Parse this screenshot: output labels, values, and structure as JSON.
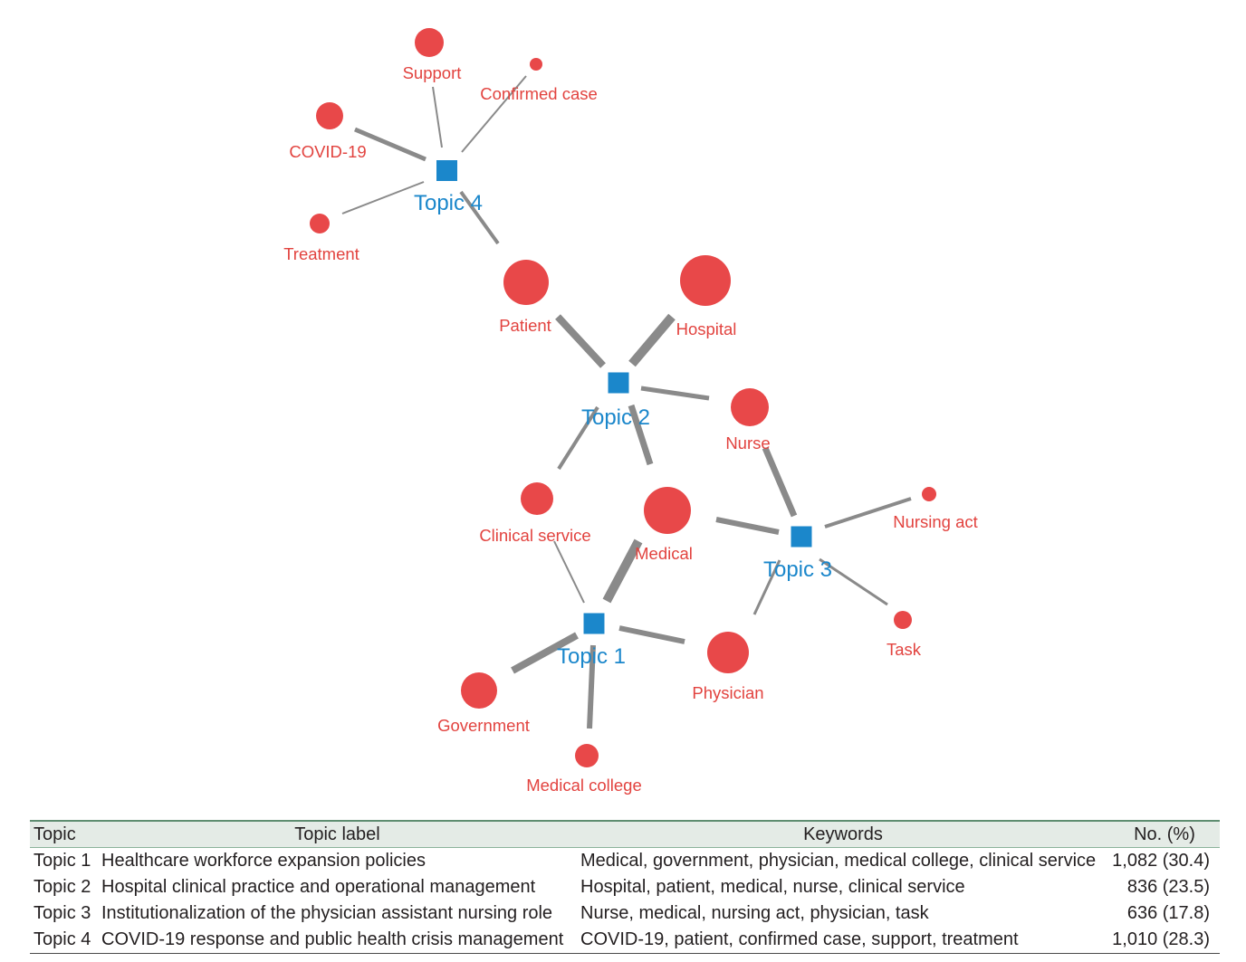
{
  "colors": {
    "topic_node": "#1b87cb",
    "topic_label": "#1b87cb",
    "keyword_node": "#e84849",
    "keyword_label": "#e2433f",
    "edge": "#8a8a8a"
  },
  "diagram": {
    "topics": [
      {
        "label": "Topic 1"
      },
      {
        "label": "Topic 2"
      },
      {
        "label": "Topic 3"
      },
      {
        "label": "Topic 4"
      }
    ],
    "keywords": [
      {
        "label": "Support"
      },
      {
        "label": "Confirmed case"
      },
      {
        "label": "COVID-19"
      },
      {
        "label": "Treatment"
      },
      {
        "label": "Patient"
      },
      {
        "label": "Hospital"
      },
      {
        "label": "Nurse"
      },
      {
        "label": "Nursing act"
      },
      {
        "label": "Clinical service"
      },
      {
        "label": "Medical"
      },
      {
        "label": "Task"
      },
      {
        "label": "Physician"
      },
      {
        "label": "Government"
      },
      {
        "label": "Medical college"
      }
    ],
    "edges": [
      [
        3,
        0
      ],
      [
        3,
        1
      ],
      [
        3,
        2
      ],
      [
        3,
        3
      ],
      [
        3,
        4
      ],
      [
        1,
        4
      ],
      [
        1,
        5
      ],
      [
        1,
        6
      ],
      [
        1,
        8
      ],
      [
        1,
        9
      ],
      [
        2,
        6
      ],
      [
        2,
        9
      ],
      [
        2,
        7
      ],
      [
        2,
        10
      ],
      [
        2,
        11
      ],
      [
        0,
        9
      ],
      [
        0,
        8
      ],
      [
        0,
        11
      ],
      [
        0,
        12
      ],
      [
        0,
        13
      ]
    ]
  },
  "table": {
    "headers": {
      "topic": "Topic",
      "label": "Topic label",
      "keywords": "Keywords",
      "count": "No. (%)"
    },
    "rows": [
      {
        "topic": "Topic 1",
        "label": "Healthcare workforce expansion policies",
        "keywords": "Medical, government, physician, medical college, clinical service",
        "count": "1,082 (30.4)"
      },
      {
        "topic": "Topic 2",
        "label": "Hospital clinical practice and operational management",
        "keywords": "Hospital, patient, medical, nurse, clinical service",
        "count": "836 (23.5)"
      },
      {
        "topic": "Topic 3",
        "label": "Institutionalization of the physician assistant nursing role",
        "keywords": "Nurse, medical, nursing act, physician, task",
        "count": "636 (17.8)"
      },
      {
        "topic": "Topic 4",
        "label": "COVID-19 response and public health crisis management",
        "keywords": "COVID-19, patient, confirmed case, support, treatment",
        "count": "1,010 (28.3)"
      }
    ]
  }
}
